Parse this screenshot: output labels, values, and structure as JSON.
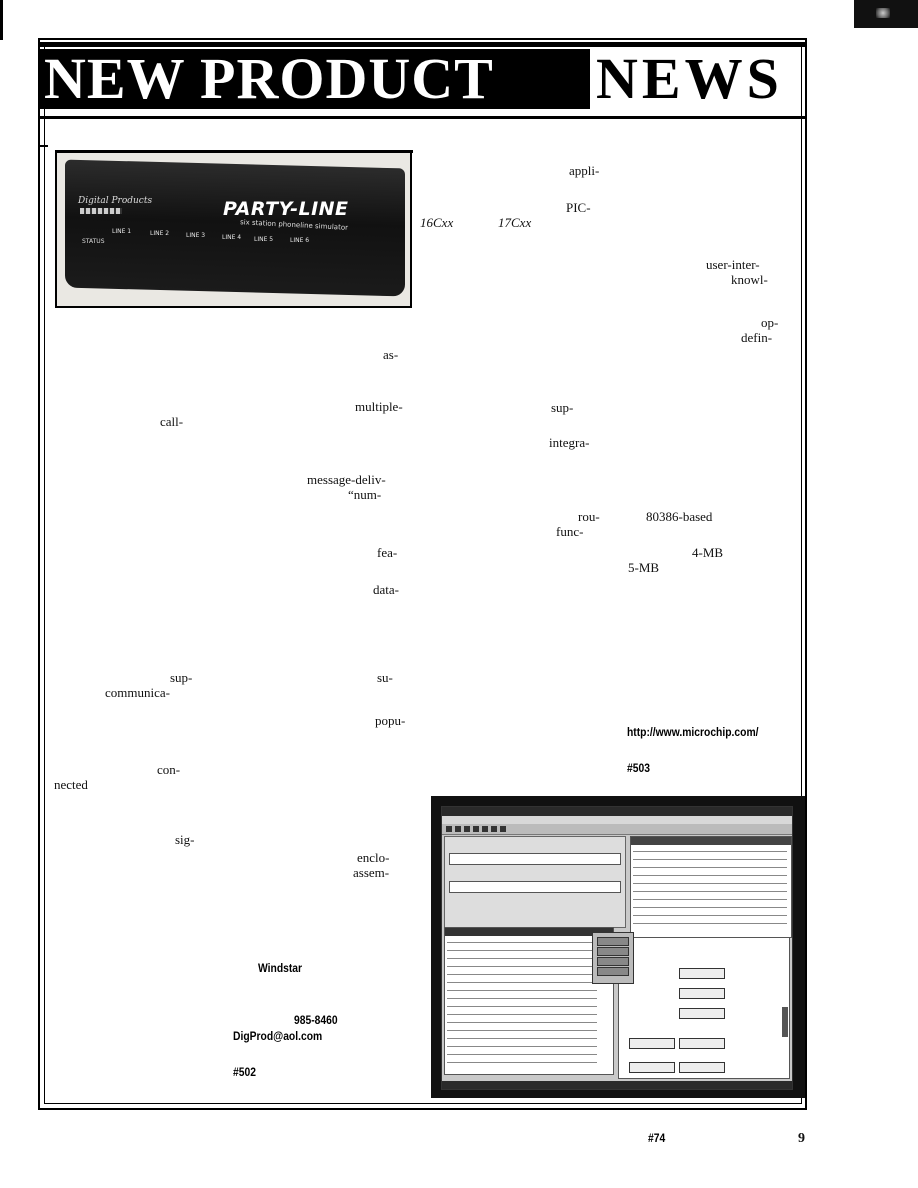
{
  "header": {
    "title": "NEW PRODUCT",
    "title_right": "NEWS"
  },
  "photo": {
    "brand": "Digital Products",
    "logo": "PARTY-LINE",
    "subtitle": "six station phoneline simulator",
    "status_label": "STATUS",
    "line_labels": [
      "LINE 1",
      "LINE 2",
      "LINE 3",
      "LINE 4",
      "LINE 5",
      "LINE 6"
    ]
  },
  "left_fragments": [
    "as-",
    "multiple-",
    "call-",
    "message-deliv-",
    "“num-",
    "fea-",
    "data-",
    "sup-",
    "su-",
    "communica-",
    "popu-",
    "con-",
    "nected",
    "sig-",
    "enclo-",
    "assem-"
  ],
  "right_fragments": [
    "appli-",
    "PIC-",
    "16Cxx",
    "17Cxx",
    "user-inter-",
    "knowl-",
    "op-",
    "defin-",
    "sup-",
    "integra-",
    "rou-",
    "80386-based",
    "func-",
    "4-MB",
    "5-MB"
  ],
  "left_contact": {
    "company": "Windstar",
    "phone": "985-8460",
    "email": "DigProd@aol.com",
    "reader_service": "#502"
  },
  "right_contact": {
    "url": "http://www.microchip.com/",
    "reader_service": "#503"
  },
  "footer": {
    "reader_service": "#74",
    "page_number": "9"
  }
}
